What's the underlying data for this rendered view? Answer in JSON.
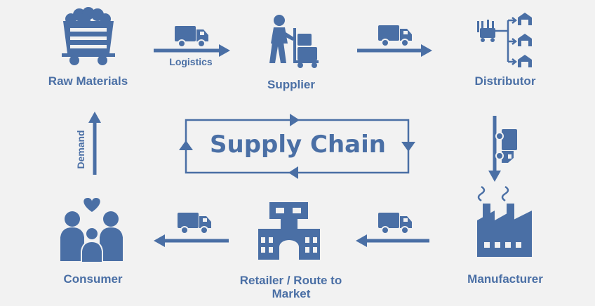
{
  "diagram": {
    "title": "Supply Chain",
    "accent_color": "#4a6fa5",
    "background_color": "#f2f2f2",
    "nodes": [
      {
        "id": "raw_materials",
        "label": "Raw Materials",
        "icon": "mine-cart-icon"
      },
      {
        "id": "supplier",
        "label": "Supplier",
        "icon": "worker-hand-truck-icon"
      },
      {
        "id": "distributor",
        "label": "Distributor",
        "icon": "warehouse-network-icon"
      },
      {
        "id": "manufacturer",
        "label": "Manufacturer",
        "icon": "factory-icon"
      },
      {
        "id": "retailer",
        "label_line1": "Retailer /  Route  to",
        "label_line2": "Market",
        "icon": "storefront-icon"
      },
      {
        "id": "consumer",
        "label": "Consumer",
        "icon": "family-heart-icon"
      }
    ],
    "edges": {
      "logistics_label": "Logistics",
      "demand_label": "Demand"
    }
  }
}
